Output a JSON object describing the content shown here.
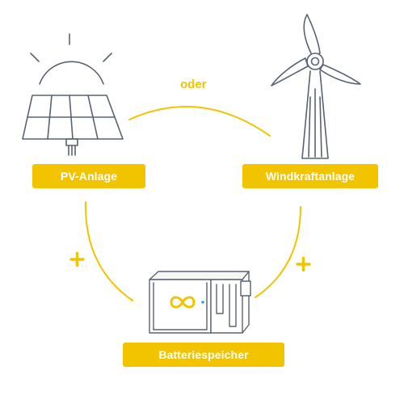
{
  "labels": {
    "pv": "PV-Anlage",
    "wind": "Windkraftanlage",
    "battery": "Batteriespeicher"
  },
  "connector": {
    "or_text": "oder"
  },
  "icons": {
    "sun": "sun-rays-icon",
    "solar_panel": "solar-panel-icon",
    "wind_turbine": "wind-turbine-icon",
    "battery": "battery-storage-icon",
    "plus": "plus-icon",
    "logo": "infinity-logo-icon"
  },
  "colors": {
    "accent": "#f2c400",
    "line_art": "#5a6272",
    "background": "#ffffff"
  }
}
